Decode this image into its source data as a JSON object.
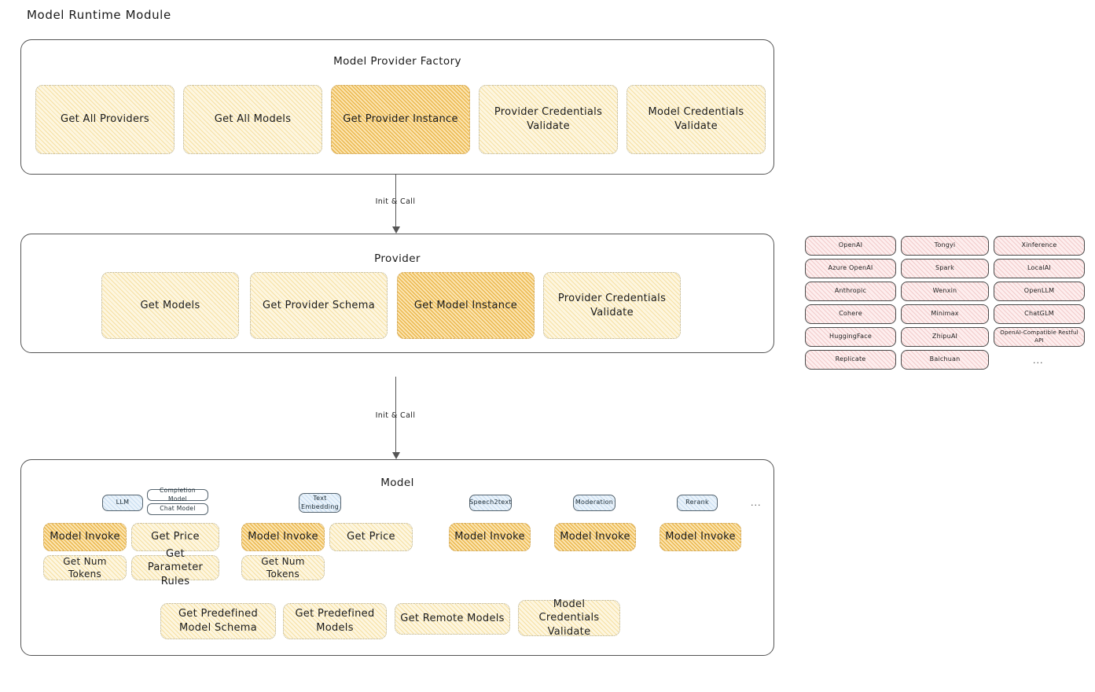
{
  "page": {
    "title": "Model Runtime Module"
  },
  "factory": {
    "title": "Model Provider Factory",
    "nodes": [
      {
        "label": "Get All Providers",
        "highlight": false
      },
      {
        "label": "Get All Models",
        "highlight": false
      },
      {
        "label": "Get Provider Instance",
        "highlight": true
      },
      {
        "label": "Provider Credentials Validate",
        "highlight": false
      },
      {
        "label": "Model Credentials Validate",
        "highlight": false
      }
    ]
  },
  "arrow1": {
    "label": "Init & Call"
  },
  "provider": {
    "title": "Provider",
    "nodes": [
      {
        "label": "Get Models",
        "highlight": false
      },
      {
        "label": "Get Provider Schema",
        "highlight": false
      },
      {
        "label": "Get Model Instance",
        "highlight": true
      },
      {
        "label": "Provider Credentials Validate",
        "highlight": false
      }
    ]
  },
  "provider_list": {
    "col1": [
      "OpenAI",
      "Azure OpenAI",
      "Anthropic",
      "Cohere",
      "HuggingFace",
      "Replicate"
    ],
    "col2": [
      "Tongyi",
      "Spark",
      "Wenxin",
      "Minimax",
      "ZhipuAI",
      "Baichuan"
    ],
    "col3": [
      "Xinference",
      "LocalAI",
      "OpenLLM",
      "ChatGLM",
      "OpenAI-Compatible Restful API"
    ],
    "more": "..."
  },
  "arrow2": {
    "label": "Init & Call"
  },
  "model": {
    "title": "Model",
    "more": "...",
    "types": [
      {
        "badge": "LLM",
        "sub": [
          "Completion Model",
          "Chat Model"
        ]
      },
      {
        "badge": "Text Embedding",
        "sub": []
      },
      {
        "badge": "Speech2text",
        "sub": []
      },
      {
        "badge": "Moderation",
        "sub": []
      },
      {
        "badge": "Rerank",
        "sub": []
      }
    ],
    "ops": {
      "llm": [
        {
          "label": "Model Invoke",
          "highlight": true
        },
        {
          "label": "Get Price",
          "highlight": false
        },
        {
          "label": "Get Num Tokens",
          "highlight": false
        },
        {
          "label": "Get Parameter Rules",
          "highlight": false
        }
      ],
      "embedding": [
        {
          "label": "Model Invoke",
          "highlight": true
        },
        {
          "label": "Get Price",
          "highlight": false
        },
        {
          "label": "Get Num Tokens",
          "highlight": false
        }
      ],
      "speech2text": [
        {
          "label": "Model Invoke",
          "highlight": true
        }
      ],
      "moderation": [
        {
          "label": "Model Invoke",
          "highlight": true
        }
      ],
      "rerank": [
        {
          "label": "Model Invoke",
          "highlight": true
        }
      ]
    },
    "common": [
      "Get Predefined Model Schema",
      "Get Predefined Models",
      "Get Remote Models",
      "Model Credentials Validate"
    ]
  },
  "colors": {
    "stroke": "#555555",
    "yellow_fill": "#fdf6e0",
    "yellow_hatch": "#f0cd6e",
    "amber_fill": "#fbe4b0",
    "amber_hatch": "#e9b03e",
    "pink_fill": "#fdeeee",
    "pink_hatch": "#e29696",
    "blue_fill": "#eaf3fb",
    "blue_hatch": "#78aad7",
    "text": "#1b1b1b"
  }
}
